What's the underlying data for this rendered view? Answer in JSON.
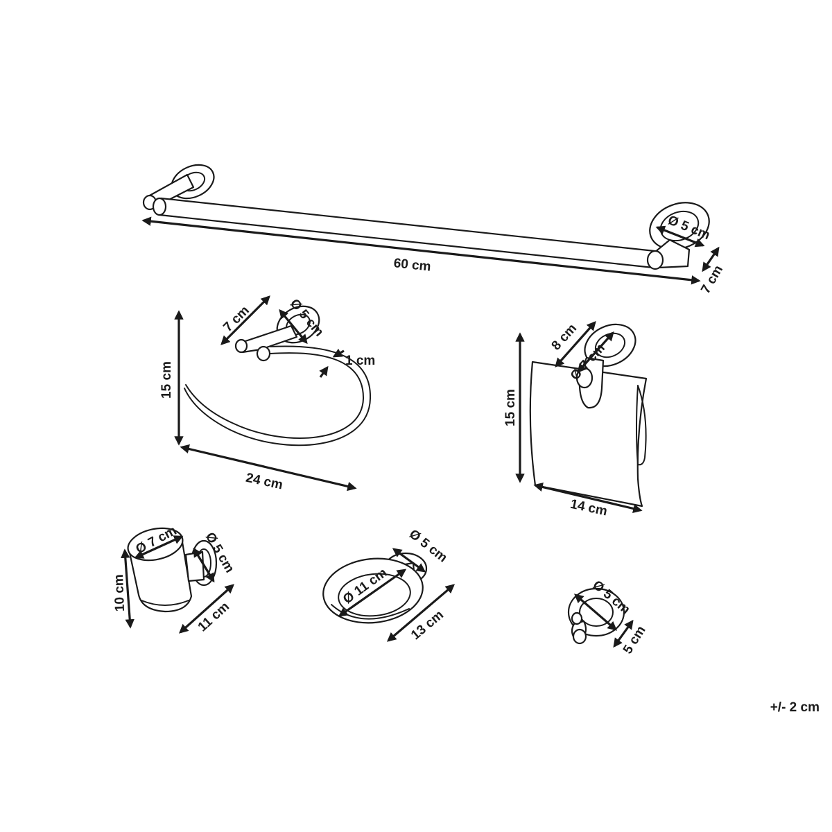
{
  "towel_bar": {
    "length": "60 cm",
    "rosette_diameter": "Ø 5 cm",
    "depth": "7 cm"
  },
  "towel_ring": {
    "height": "15 cm",
    "width": "24 cm",
    "depth": "7 cm",
    "rosette_diameter": "Ø 5 cm",
    "ring_thickness": "1 cm"
  },
  "paper_holder": {
    "height": "15 cm",
    "width": "14 cm",
    "depth": "8 cm",
    "rosette_diameter": "Ø 7 cm"
  },
  "tumbler_holder": {
    "cup_diameter": "Ø 7 cm",
    "rosette_diameter": "Ø 5 cm",
    "height": "10 cm",
    "depth": "11 cm"
  },
  "soap_dish": {
    "dish_diameter": "Ø 11 cm",
    "rosette_diameter": "Ø 5 cm",
    "depth": "13 cm"
  },
  "robe_hook": {
    "rosette_diameter": "Ø 5 cm",
    "depth": "5 cm"
  },
  "tolerance": "+/- 2 cm"
}
